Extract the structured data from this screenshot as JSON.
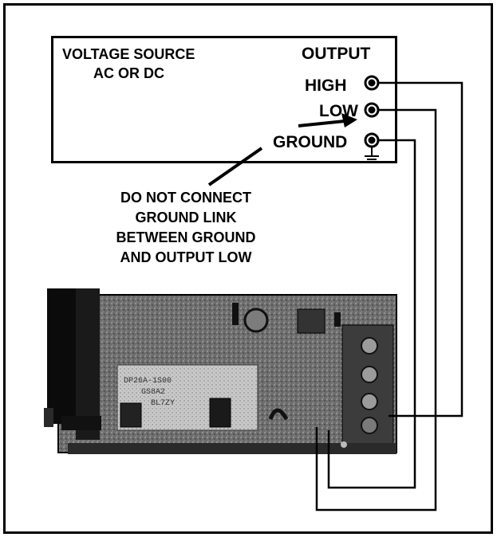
{
  "source": {
    "title": "VOLTAGE SOURCE",
    "subtitle": "AC OR DC"
  },
  "output": {
    "title": "OUTPUT",
    "terminals": {
      "high": "HIGH",
      "low": "LOW",
      "ground": "GROUND"
    }
  },
  "note": {
    "lines": [
      "DO NOT CONNECT",
      "GROUND LINK",
      "BETWEEN GROUND",
      "AND OUTPUT LOW"
    ]
  },
  "meter_panel_text": {
    "lines": [
      "DP26A-1S00",
      "GS8A2",
      "BL7ZY"
    ]
  },
  "colors": {
    "ink": "#000000",
    "paper": "#ffffff",
    "board": "#5a5a5a",
    "board_light": "#9a9a9a"
  }
}
